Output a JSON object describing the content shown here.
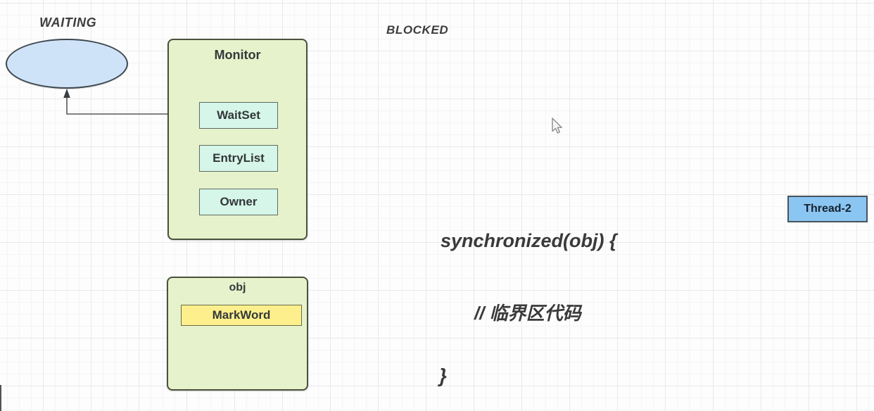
{
  "states": {
    "waiting": "WAITING",
    "blocked": "BLOCKED"
  },
  "monitor": {
    "title": "Monitor",
    "slots": [
      "WaitSet",
      "EntryList",
      "Owner"
    ]
  },
  "object": {
    "title": "obj",
    "markword": "MarkWord"
  },
  "thread": {
    "label": "Thread-2"
  },
  "code": {
    "line1": "synchronized(obj) {",
    "line2": "// 临界区代码",
    "line3": "}"
  },
  "colors": {
    "accent-green-fill": "#e6f2cb",
    "accent-green-stroke": "#4a513d",
    "mint-fill": "#d5f6e8",
    "mint-stroke": "#5e6c63",
    "yellow-fill": "#fdf08c",
    "yellow-stroke": "#6b6b45",
    "blue-ellipse-fill": "#cfe3f8",
    "blue-ellipse-stroke": "#3e474f",
    "thread-blue-fill": "#8bc5f2",
    "thread-blue-stroke": "#48525a",
    "text": "#3b3b3b"
  }
}
